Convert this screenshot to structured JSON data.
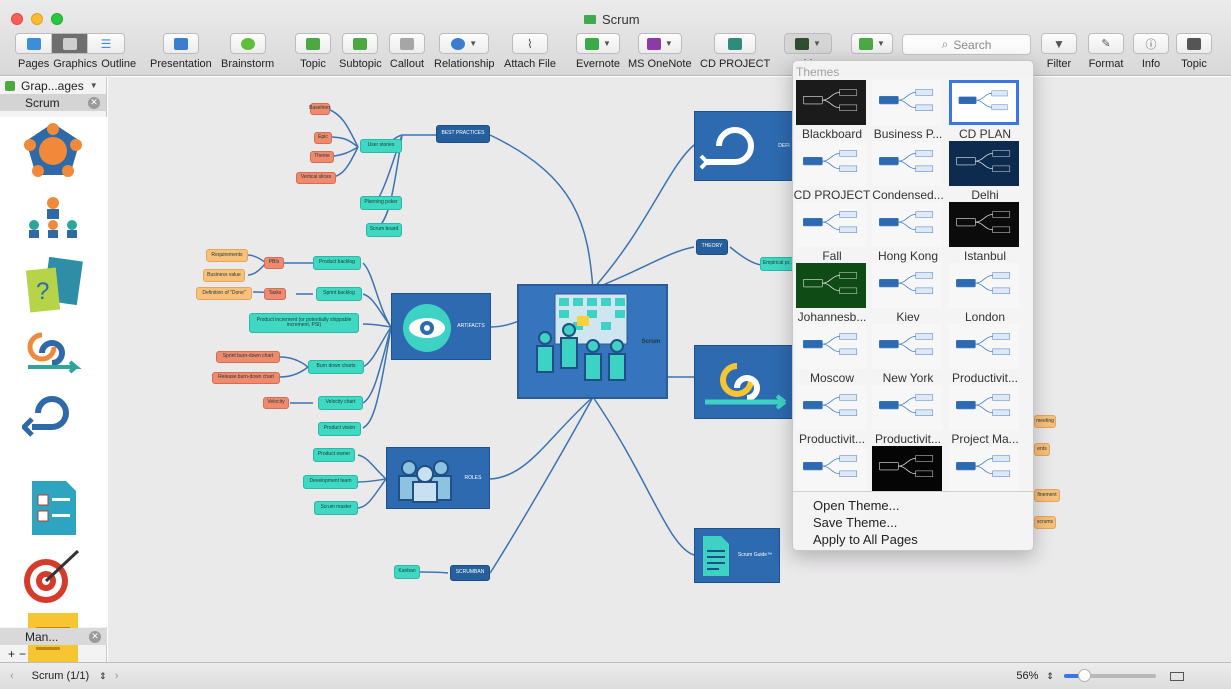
{
  "window": {
    "title": "Scrum"
  },
  "toolbar": {
    "view_labels": [
      "Pages",
      "Graphics",
      "Outline"
    ],
    "buttons": [
      {
        "id": "presentation",
        "label": "Presentation"
      },
      {
        "id": "brainstorm",
        "label": "Brainstorm"
      },
      {
        "id": "topic",
        "label": "Topic"
      },
      {
        "id": "subtopic",
        "label": "Subtopic"
      },
      {
        "id": "callout",
        "label": "Callout"
      },
      {
        "id": "relationship",
        "label": "Relationship"
      },
      {
        "id": "attach",
        "label": "Attach File"
      },
      {
        "id": "evernote",
        "label": "Evernote"
      },
      {
        "id": "onenote",
        "label": "MS OneNote"
      },
      {
        "id": "cdproject",
        "label": "CD PROJECT"
      },
      {
        "id": "themes",
        "label": "M"
      },
      {
        "id": "filter",
        "label": "Filter"
      },
      {
        "id": "format",
        "label": "Format"
      },
      {
        "id": "info",
        "label": "Info"
      },
      {
        "id": "topic2",
        "label": "Topic"
      }
    ],
    "search_placeholder": "Search"
  },
  "sidebar": {
    "header": "Grap...ages",
    "section": "Scrum",
    "bottom_section": "Man...",
    "footer_plus": "+",
    "footer_minus": "−"
  },
  "canvas": {
    "center": "Scrum",
    "best_practices": "BEST PRACTICES",
    "user_stories": "User stories",
    "epic": "Epic",
    "theme": "Theme",
    "vertical_slices": "Vertical slices",
    "baselines": "Baselines",
    "planning_poker": "Planning poker",
    "scrum_board": "Scrum board",
    "theory": "THEORY",
    "empirical": "Empirical pr...",
    "artifacts": "ARTIFACTS",
    "product_backlog": "Product backlog",
    "pbis": "PBIs",
    "requirements": "Requirements",
    "business_value": "Business value",
    "definition_done": "Definition of \"Done\"",
    "tasks": "Tasks",
    "sprint_backlog": "Sprint backlog",
    "product_increment": "Product increment (or potentially shippable increment, PSI)",
    "sprint_burndown": "Sprint burn-down chart",
    "release_burndown": "Release burn-down chart",
    "burndown_charts": "Burn down charts",
    "velocity": "Velocity",
    "velocity_chart": "Velocity chart",
    "product_vision": "Product vision",
    "roles": "ROLES",
    "product_owner": "Product owner",
    "dev_team": "Development team",
    "scrum_master": "Scrum master",
    "scrumban": "SCRUMBAN",
    "kanban": "Kanban",
    "scrum_guide": "Scrum Guide™",
    "defin": "DEFI",
    "right_labels": [
      "meeting",
      "ents",
      "finement",
      "scrums"
    ]
  },
  "themes_popup": {
    "title": "Themes",
    "themes": [
      {
        "name": "Blackboard",
        "bg": "#1b1b1b",
        "selected": false
      },
      {
        "name": "Business P...",
        "bg": "#f7f7f7",
        "selected": false
      },
      {
        "name": "CD PLAN",
        "bg": "#ffffff",
        "selected": true
      },
      {
        "name": "CD PROJECT",
        "bg": "#f7f7f7",
        "selected": false
      },
      {
        "name": "Condensed...",
        "bg": "#f7f7f7",
        "selected": false
      },
      {
        "name": "Delhi",
        "bg": "#0d2a4f",
        "selected": false
      },
      {
        "name": "Fall",
        "bg": "#f7f7f7",
        "selected": false
      },
      {
        "name": "Hong Kong",
        "bg": "#f7f7f7",
        "selected": false
      },
      {
        "name": "Istanbul",
        "bg": "#0b0b0b",
        "selected": false
      },
      {
        "name": "Johannesb...",
        "bg": "#0f4b15",
        "selected": false
      },
      {
        "name": "Kiev",
        "bg": "#f7f7f7",
        "selected": false
      },
      {
        "name": "London",
        "bg": "#f7f7f7",
        "selected": false
      },
      {
        "name": "Moscow",
        "bg": "#f7f7f7",
        "selected": false
      },
      {
        "name": "New York",
        "bg": "#f7f7f7",
        "selected": false
      },
      {
        "name": "Productivit...",
        "bg": "#f7f7f7",
        "selected": false
      },
      {
        "name": "Productivit...",
        "bg": "#f7f7f7",
        "selected": false
      },
      {
        "name": "Productivit...",
        "bg": "#f7f7f7",
        "selected": false
      },
      {
        "name": "Project Ma...",
        "bg": "#f7f7f7",
        "selected": false
      },
      {
        "name": "",
        "bg": "#f7f7f7",
        "selected": false
      },
      {
        "name": "",
        "bg": "#050505",
        "selected": false
      },
      {
        "name": "",
        "bg": "#f7f7f7",
        "selected": false
      }
    ],
    "menu": [
      "Open Theme...",
      "Save Theme...",
      "Apply to All Pages"
    ]
  },
  "status": {
    "page": "Scrum (1/1)",
    "zoom": "56%"
  },
  "colors": {
    "accent": "#3b76e6",
    "node_cyan": "#3fd8c2",
    "node_salmon": "#ef8a6e",
    "node_orange": "#f9c07a",
    "topic_blue": "#2d6aaf"
  }
}
